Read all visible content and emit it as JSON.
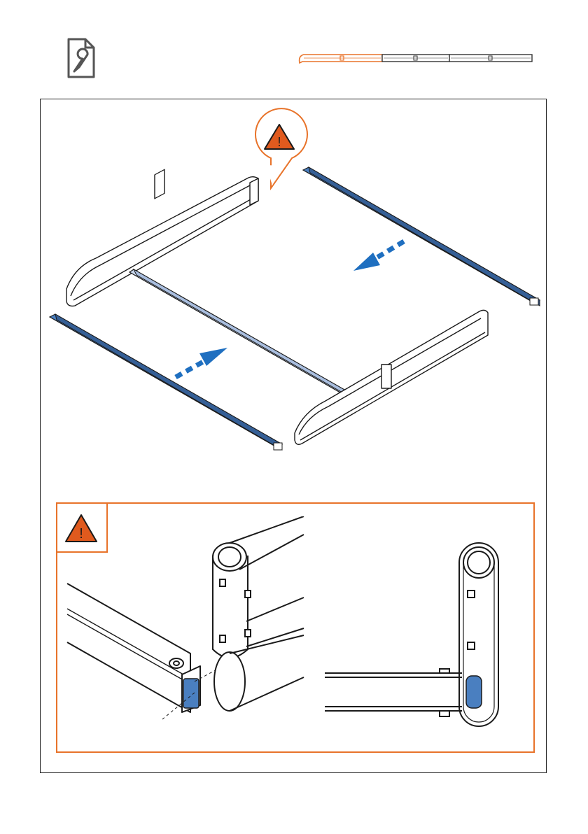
{
  "header": {
    "tool_icon": "wrench-document-icon",
    "progress_rail": {
      "segments": 3,
      "active_segment": 1
    }
  },
  "main_panel": {
    "warning_callout_icon": "warning-triangle-icon",
    "warning_symbol": "!",
    "parts": {
      "left_side_frame": "side-rail-with-bracket",
      "right_side_frame": "side-rail-with-bracket",
      "center_bar": "crossbar-installed",
      "front_bar": "crossbar-to-install",
      "back_bar": "crossbar-to-install"
    },
    "arrows": [
      "insert-arrow-front",
      "insert-arrow-back"
    ]
  },
  "detail_panel": {
    "warning_icon": "warning-triangle-icon",
    "warning_symbol": "!",
    "views": [
      "end-cap-perspective-detail",
      "end-cap-front-detail"
    ]
  },
  "colors": {
    "accent_orange": "#e8732a",
    "warning_fill": "#e05a1e",
    "part_blue": "#4a7fc0",
    "arrow_blue": "#1f6fc0",
    "installed_bar": "#c9d8ee",
    "outline": "#1a1a1a"
  }
}
